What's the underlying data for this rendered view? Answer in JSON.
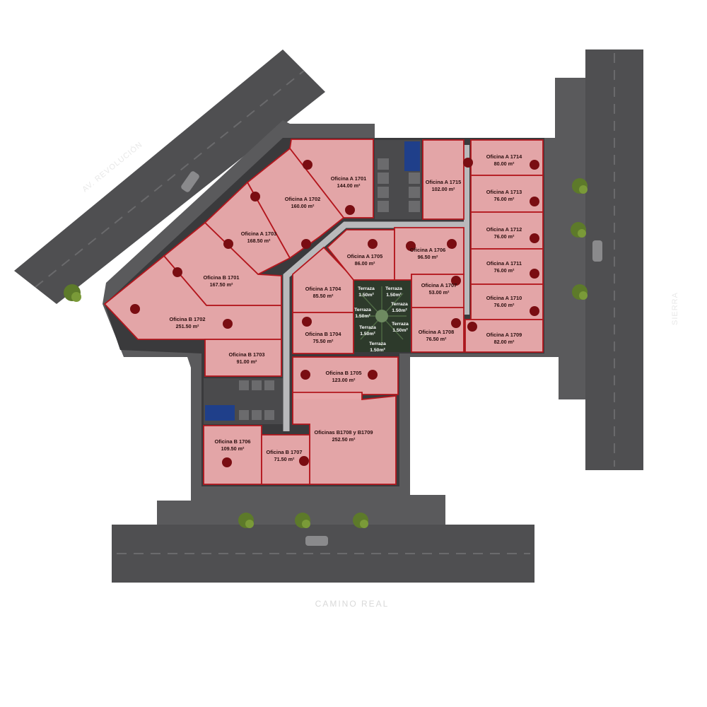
{
  "colors": {
    "unit_fill": "#e8a8aa",
    "unit_stroke": "#b3161d",
    "marker": "#7a0d12",
    "road": "#4f4f51",
    "building": "#3a3a3c",
    "corridor": "#b9b9bb",
    "background": "#ffffff"
  },
  "street_labels": {
    "north_west": "AV. REVOLUCIÓN",
    "east": "SIERRA",
    "south": "CAMINO REAL"
  },
  "units": {
    "a1701": {
      "name": "Oficina A 1701",
      "area": "144.00 m²"
    },
    "a1702": {
      "name": "Oficina A 1702",
      "area": "160.00 m²"
    },
    "a1703": {
      "name": "Oficina A 1703",
      "area": "168.50 m²"
    },
    "b1701": {
      "name": "Oficina B 1701",
      "area": "167.50 m²"
    },
    "b1702": {
      "name": "Oficina B 1702",
      "area": "251.50 m²"
    },
    "b1703": {
      "name": "Oficina B 1703",
      "area": "91.00 m²"
    },
    "a1704": {
      "name": "Oficina A 1704",
      "area": "85.50 m²"
    },
    "b1704": {
      "name": "Oficina B 1704",
      "area": "75.50 m²"
    },
    "a1705": {
      "name": "Oficina A 1705",
      "area": "86.00 m²"
    },
    "a1706": {
      "name": "Oficina A 1706",
      "area": "96.50 m²"
    },
    "a1707": {
      "name": "Oficina A 1707",
      "area": "53.00 m²"
    },
    "a1708": {
      "name": "Oficina A 1708",
      "area": "76.50 m²"
    },
    "a1715": {
      "name": "Oficina A 1715",
      "area": "102.00 m²"
    },
    "a1714": {
      "name": "Oficina A 1714",
      "area": "80.00 m²"
    },
    "a1713": {
      "name": "Oficina A 1713",
      "area": "76.00 m²"
    },
    "a1712": {
      "name": "Oficina A 1712",
      "area": "76.00 m²"
    },
    "a1711": {
      "name": "Oficina A 1711",
      "area": "76.00 m²"
    },
    "a1710": {
      "name": "Oficina A 1710",
      "area": "76.00 m²"
    },
    "a1709": {
      "name": "Oficina A 1709",
      "area": "82.00 m²"
    },
    "b1705": {
      "name": "Oficina B 1705",
      "area": "123.00 m²"
    },
    "b1708_1709": {
      "name": "Oficinas B1708 y B1709",
      "area": "252.50 m²"
    },
    "b1706": {
      "name": "Oficina B 1706",
      "area": "109.50 m²"
    },
    "b1707": {
      "name": "Oficina B 1707",
      "area": "71.50 m²"
    }
  },
  "terraces": [
    {
      "name": "Terraza",
      "area": "1.50m²"
    },
    {
      "name": "Terraza",
      "area": "1.50m²"
    },
    {
      "name": "Terraza",
      "area": "1.50m²"
    },
    {
      "name": "Terraza",
      "area": "1.50m²"
    },
    {
      "name": "Terraza",
      "area": "1.50m²"
    },
    {
      "name": "Terraza",
      "area": "1.50m²"
    },
    {
      "name": "Terraza",
      "area": "1.50m²"
    }
  ]
}
